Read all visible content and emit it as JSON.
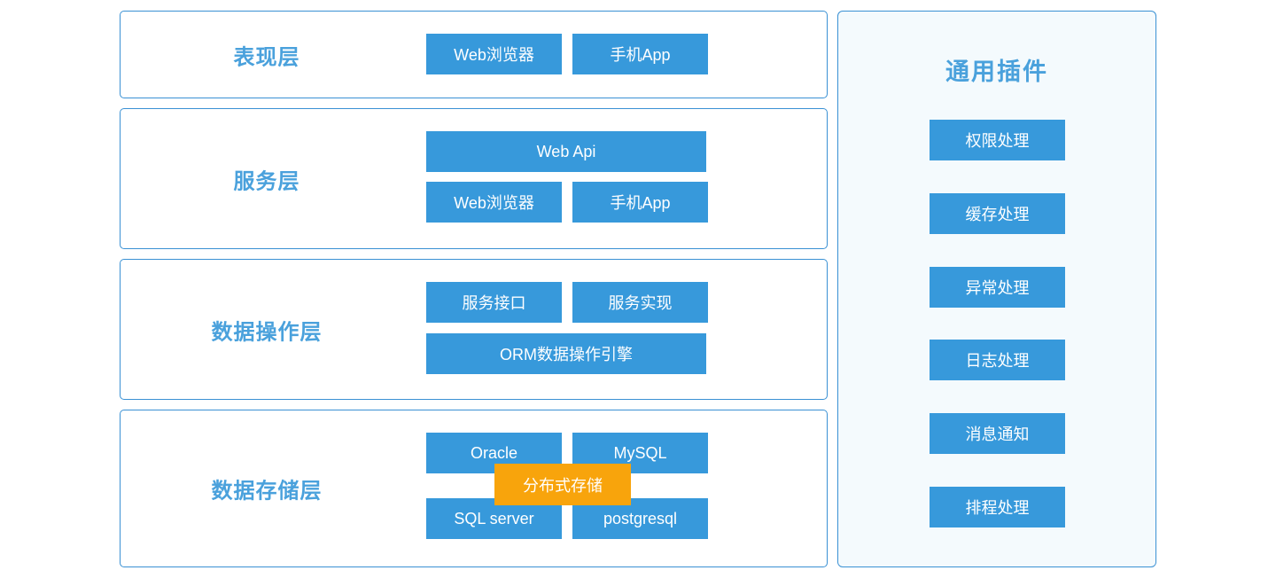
{
  "colors": {
    "node_blue": "#3799db",
    "border_blue": "#3a91d4",
    "label_blue": "#4aa1dc",
    "overlay_orange": "#f8a40c",
    "panel_background": "#f4fafd",
    "page_background": "#ffffff",
    "node_text": "#ffffff"
  },
  "layers": [
    {
      "label": "表现层",
      "rows": [
        {
          "type": "pair",
          "buttons": [
            "Web浏览器",
            "手机App"
          ]
        }
      ]
    },
    {
      "label": "服务层",
      "rows": [
        {
          "type": "full",
          "buttons": [
            "Web Api"
          ]
        },
        {
          "type": "pair",
          "buttons": [
            "Web浏览器",
            "手机App"
          ]
        }
      ]
    },
    {
      "label": "数据操作层",
      "rows": [
        {
          "type": "pair",
          "buttons": [
            "服务接口",
            "服务实现"
          ]
        },
        {
          "type": "full",
          "buttons": [
            "ORM数据操作引擎"
          ]
        }
      ]
    },
    {
      "label": "数据存储层",
      "rows": [
        {
          "type": "pair",
          "buttons": [
            "Oracle",
            "MySQL"
          ]
        },
        {
          "type": "pair",
          "buttons": [
            "SQL server",
            "postgresql"
          ]
        }
      ],
      "overlay": "分布式存储"
    }
  ],
  "plugins_panel": {
    "title": "通用插件",
    "items": [
      "权限处理",
      "缓存处理",
      "异常处理",
      "日志处理",
      "消息通知",
      "排程处理"
    ]
  }
}
